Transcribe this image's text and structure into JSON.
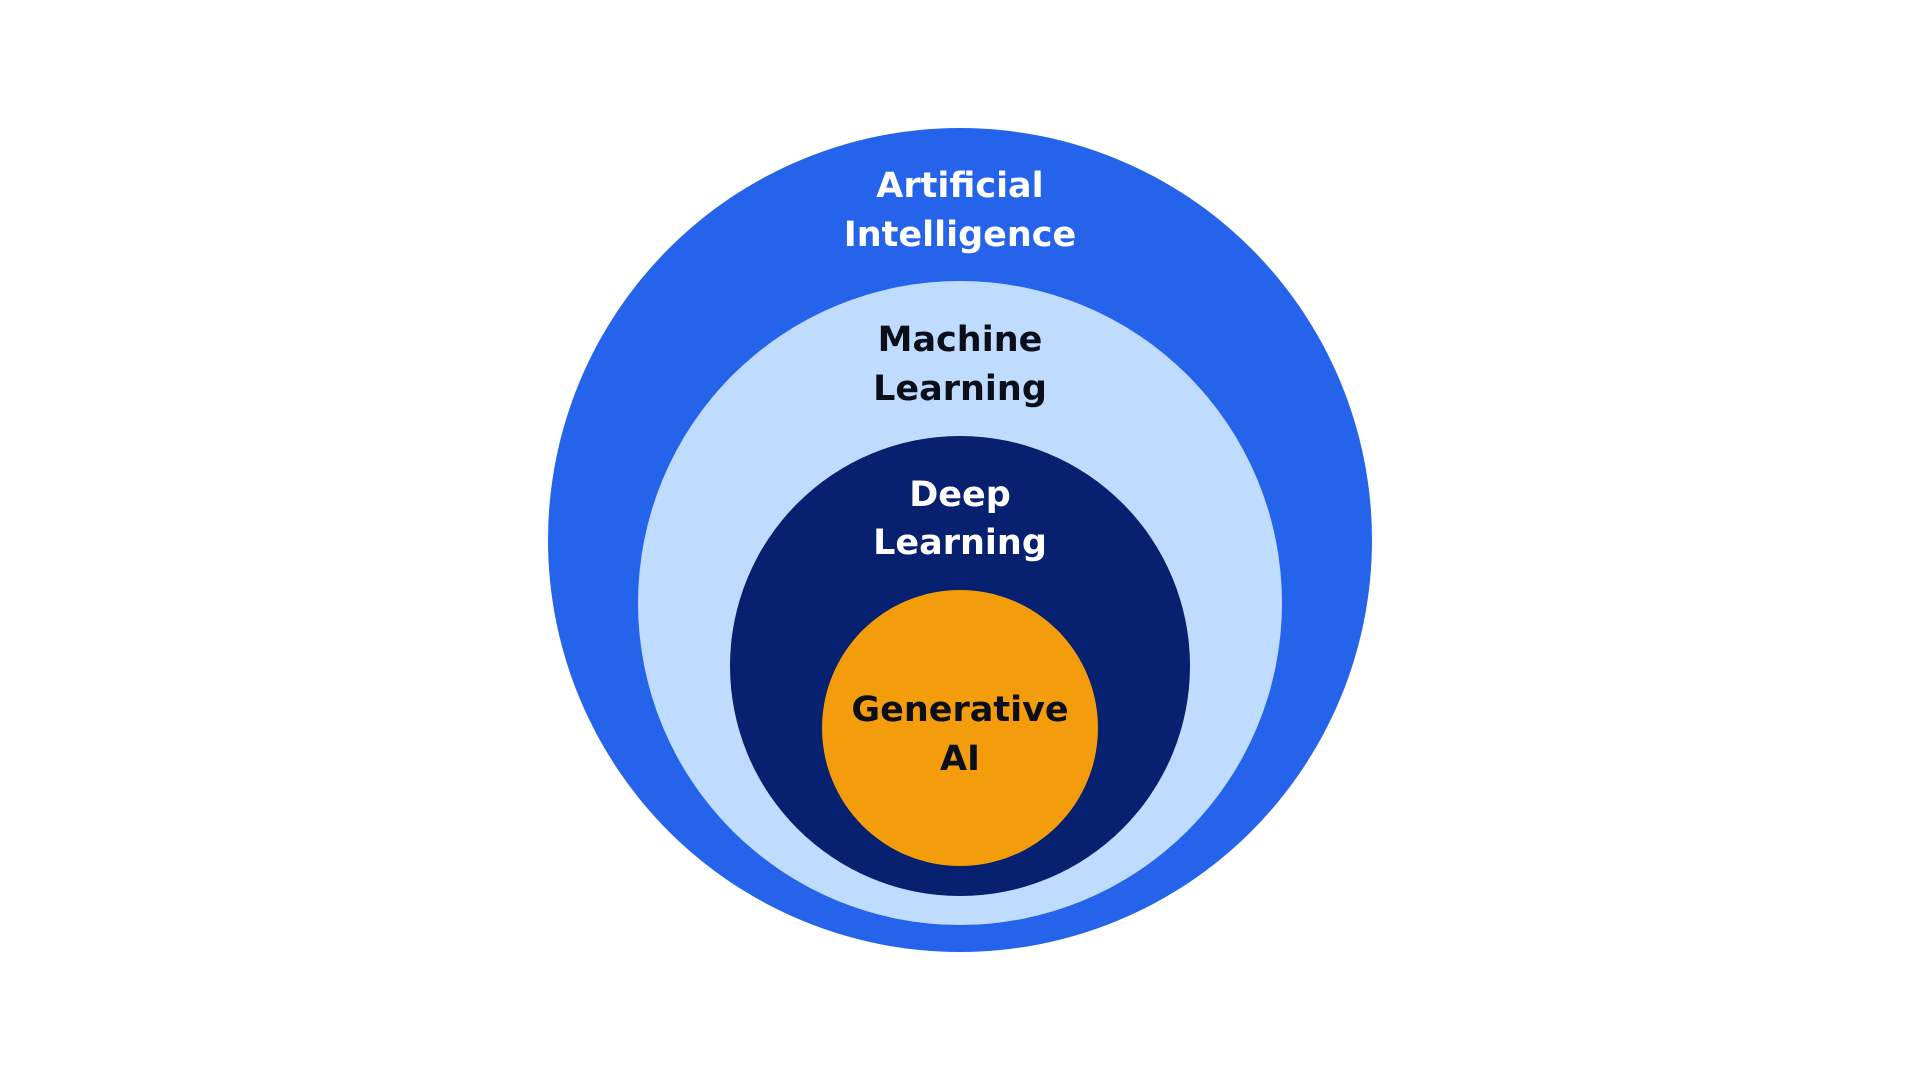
{
  "diagram": {
    "type": "nested-circles",
    "levels": [
      {
        "id": "ai",
        "label_line1": "Artificial",
        "label_line2": "Intelligence",
        "fill": "#2563EB",
        "text_color": "#FFFFFF"
      },
      {
        "id": "ml",
        "label_line1": "Machine",
        "label_line2": "Learning",
        "fill": "#BFDBFE",
        "text_color": "#0B0F19"
      },
      {
        "id": "dl",
        "label_line1": "Deep",
        "label_line2": "Learning",
        "fill": "#082070",
        "text_color": "#FFFFFF"
      },
      {
        "id": "genai",
        "label_line1": "Generative",
        "label_line2": "AI",
        "fill": "#F39C0C",
        "text_color": "#0B0F19"
      }
    ]
  }
}
